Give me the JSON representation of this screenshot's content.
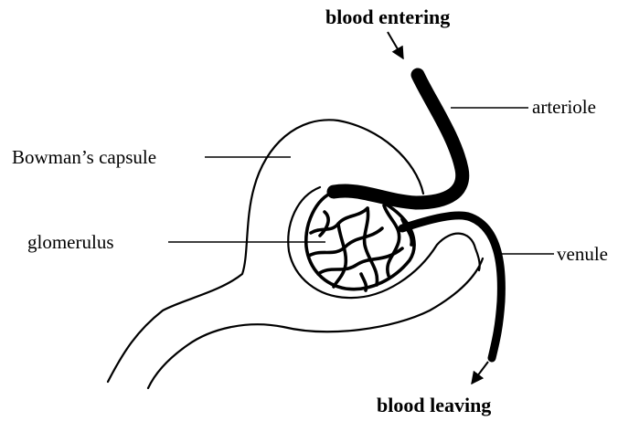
{
  "labels": {
    "blood_entering": "blood entering",
    "arteriole": "arteriole",
    "bowmans_capsule": "Bowman’s capsule",
    "glomerulus": "glomerulus",
    "venule": "venule",
    "blood_leaving": "blood leaving"
  },
  "colors": {
    "ink": "#000000",
    "background": "#ffffff"
  }
}
